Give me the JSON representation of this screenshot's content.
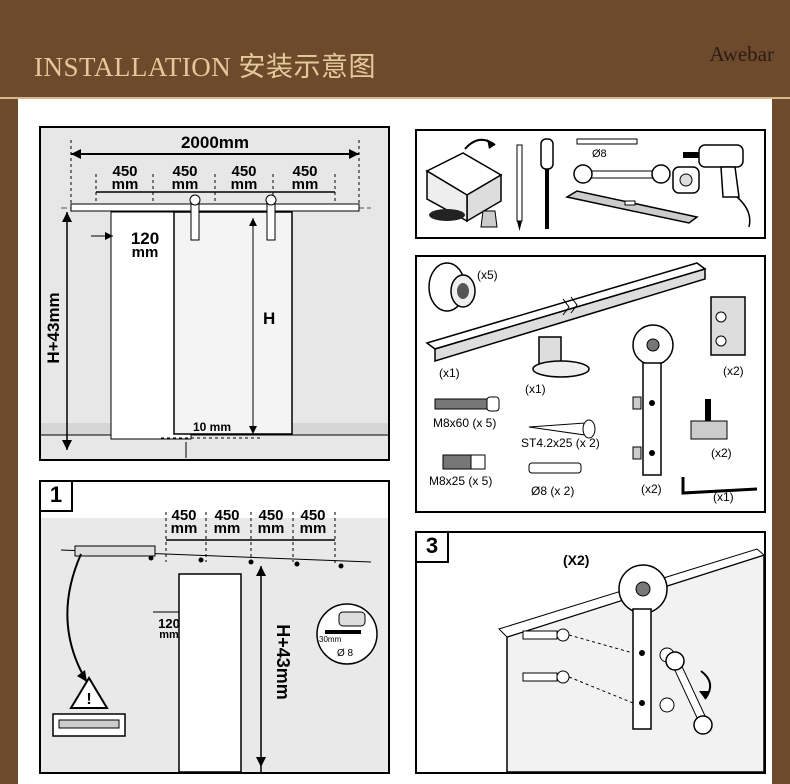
{
  "header": {
    "title": "INSTALLATION 安装示意图",
    "brand": "Awebar"
  },
  "overview": {
    "total_width": "2000mm",
    "spacing": [
      "450\nmm",
      "450\nmm",
      "450\nmm",
      "450\nmm"
    ],
    "spacing_num": "450",
    "spacing_unit": "mm",
    "offset_num": "120",
    "offset_unit": "mm",
    "height_label": "H+43mm",
    "door_height": "H",
    "floor_gap": "10 mm"
  },
  "tools": {
    "drill_bit": "Ø8"
  },
  "parts": {
    "wheel_qty": "(x5)",
    "rail_qty": "(x1)",
    "guide_qty": "(x1)",
    "stopper_qty": "(x2)",
    "bolt_long": "M8x60 (x 5)",
    "screw": "ST4.2x25 (x 2)",
    "spacer_qty": "(x2)",
    "bolt_short": "M8x25 (x 5)",
    "anchor": "Ø8 (x 2)",
    "hanger_qty": "(x2)",
    "wrench_qty": "(x1)"
  },
  "step1": {
    "number": "1",
    "spacing_num": "450",
    "spacing_unit": "mm",
    "offset_num": "120",
    "offset_unit": "mm",
    "height_label": "H+43mm",
    "drill_depth": "30mm",
    "drill_dia": "Ø 8"
  },
  "step3": {
    "number": "3",
    "qty": "(X2)"
  }
}
